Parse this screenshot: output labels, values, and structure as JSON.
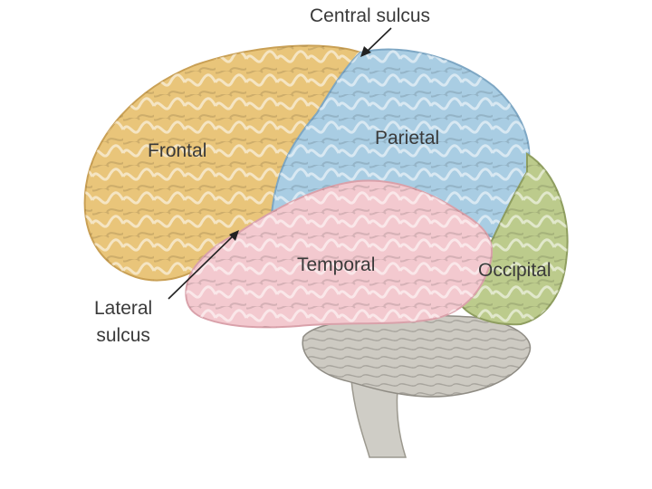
{
  "labels": {
    "central_sulcus": "Central sulcus",
    "frontal": "Frontal",
    "parietal": "Parietal",
    "temporal": "Temporal",
    "occipital": "Occipital",
    "lateral_line1": "Lateral",
    "lateral_line2": "sulcus"
  },
  "colors": {
    "frontal": "#e9c57a",
    "parietal": "#a9cde3",
    "temporal": "#f3c9cf",
    "occipital": "#bccb8c",
    "cerebellum": "#cdcac2",
    "brainstem": "#cfcdc6",
    "label_text": "#3a3a3a"
  }
}
